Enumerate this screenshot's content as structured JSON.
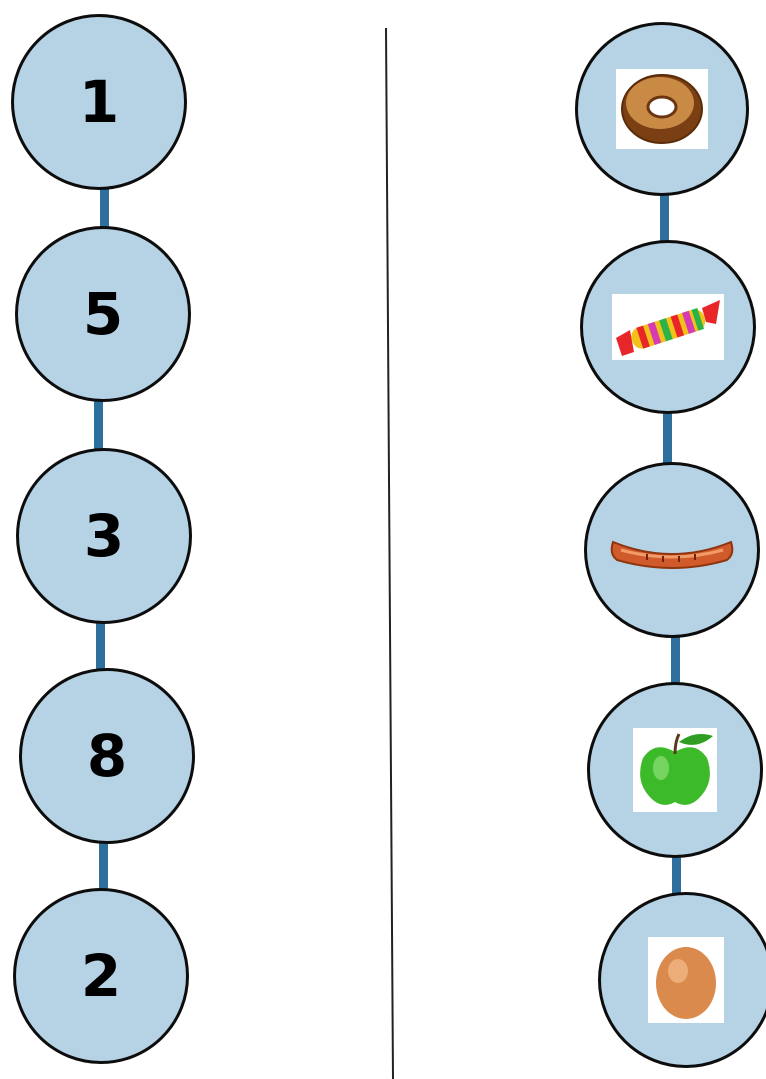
{
  "left_column": {
    "numbers": [
      "1",
      "5",
      "3",
      "8",
      "2"
    ]
  },
  "right_column": {
    "items": [
      "bagel-icon",
      "candy-icon",
      "sausage-icon",
      "apple-icon",
      "egg-icon"
    ]
  },
  "colors": {
    "circle_fill": "#b6d3e6",
    "circle_border": "#0d0d0d",
    "connector": "#2f6f9e"
  }
}
